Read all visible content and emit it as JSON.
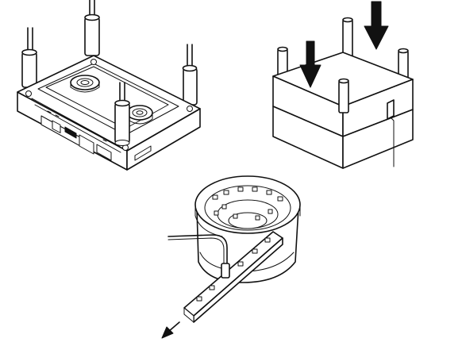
{
  "figure": {
    "panels": [
      {
        "id": "cassette-assembly",
        "description_icon": "cassette-with-alignment-pins"
      },
      {
        "id": "press-block",
        "description_icon": "press-block-with-arrows"
      },
      {
        "id": "vibratory-feeder",
        "description_icon": "bowl-feeder-with-track"
      }
    ],
    "colors": {
      "line": "#111111",
      "background": "#ffffff"
    }
  }
}
